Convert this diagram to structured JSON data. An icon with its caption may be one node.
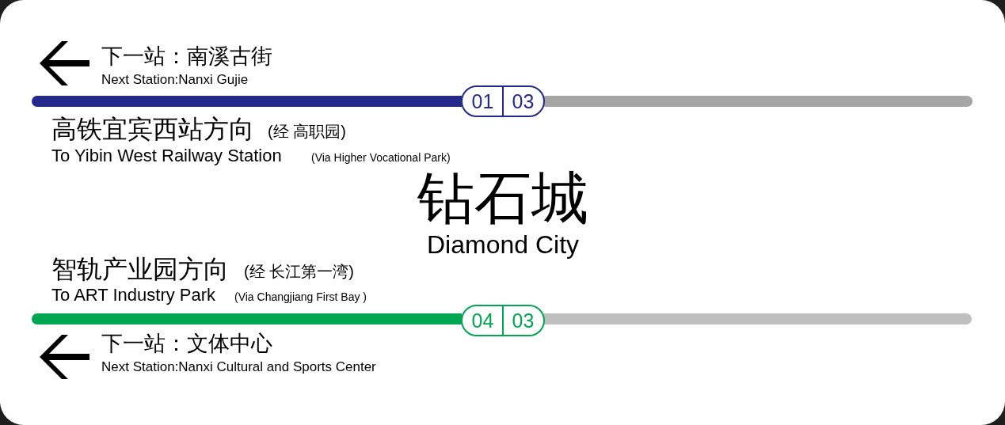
{
  "diagram": {
    "nodes": [
      {
        "text": [],
        "shape": "bar"
      },
      {
        "text": [],
        "shape": "bar"
      },
      {
        "text": [
          "01",
          "03"
        ]
      },
      {
        "text": [],
        "shape": "bar"
      },
      {
        "text": [],
        "shape": "bar"
      },
      {
        "text": [
          "04",
          "03"
        ]
      }
    ],
    "labels": [
      "下一站：南溪古街",
      "Next Station:Nanxi Gujie",
      "高铁宜宾西站方向",
      "(经 高职园)",
      "To Yibin West Railway Station",
      "(Via Higher Vocational Park)",
      "钻石城",
      "Diamond City",
      "智轨产业园方向",
      "(经 长江第一湾)",
      "To ART Industry Park",
      "(Via Changjiang First Bay )",
      "下一站：文体中心",
      "Next Station:Nanxi Cultural and Sports Center"
    ]
  }
}
